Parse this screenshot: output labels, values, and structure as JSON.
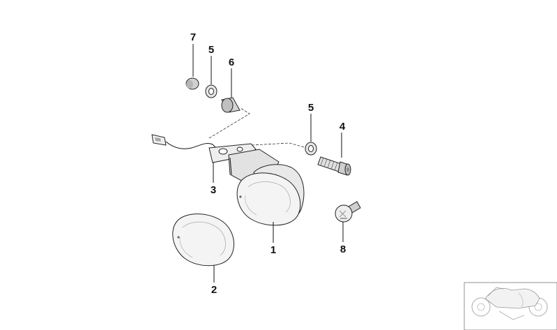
{
  "labels": {
    "lens_left": "2",
    "turn_signal_assembly": "1",
    "bracket": "3",
    "bolt": "4",
    "washer_right": "5",
    "washer_top": "5",
    "spacer": "6",
    "nut": "7",
    "bulb": "8"
  },
  "colors": {
    "line": "#222222",
    "lens_fill": "#f2f2f2",
    "part_fill": "#d8d8d8",
    "label": "#111111"
  },
  "icons": {
    "corner_thumbnail": "motorcycle-thumbnail-icon"
  }
}
